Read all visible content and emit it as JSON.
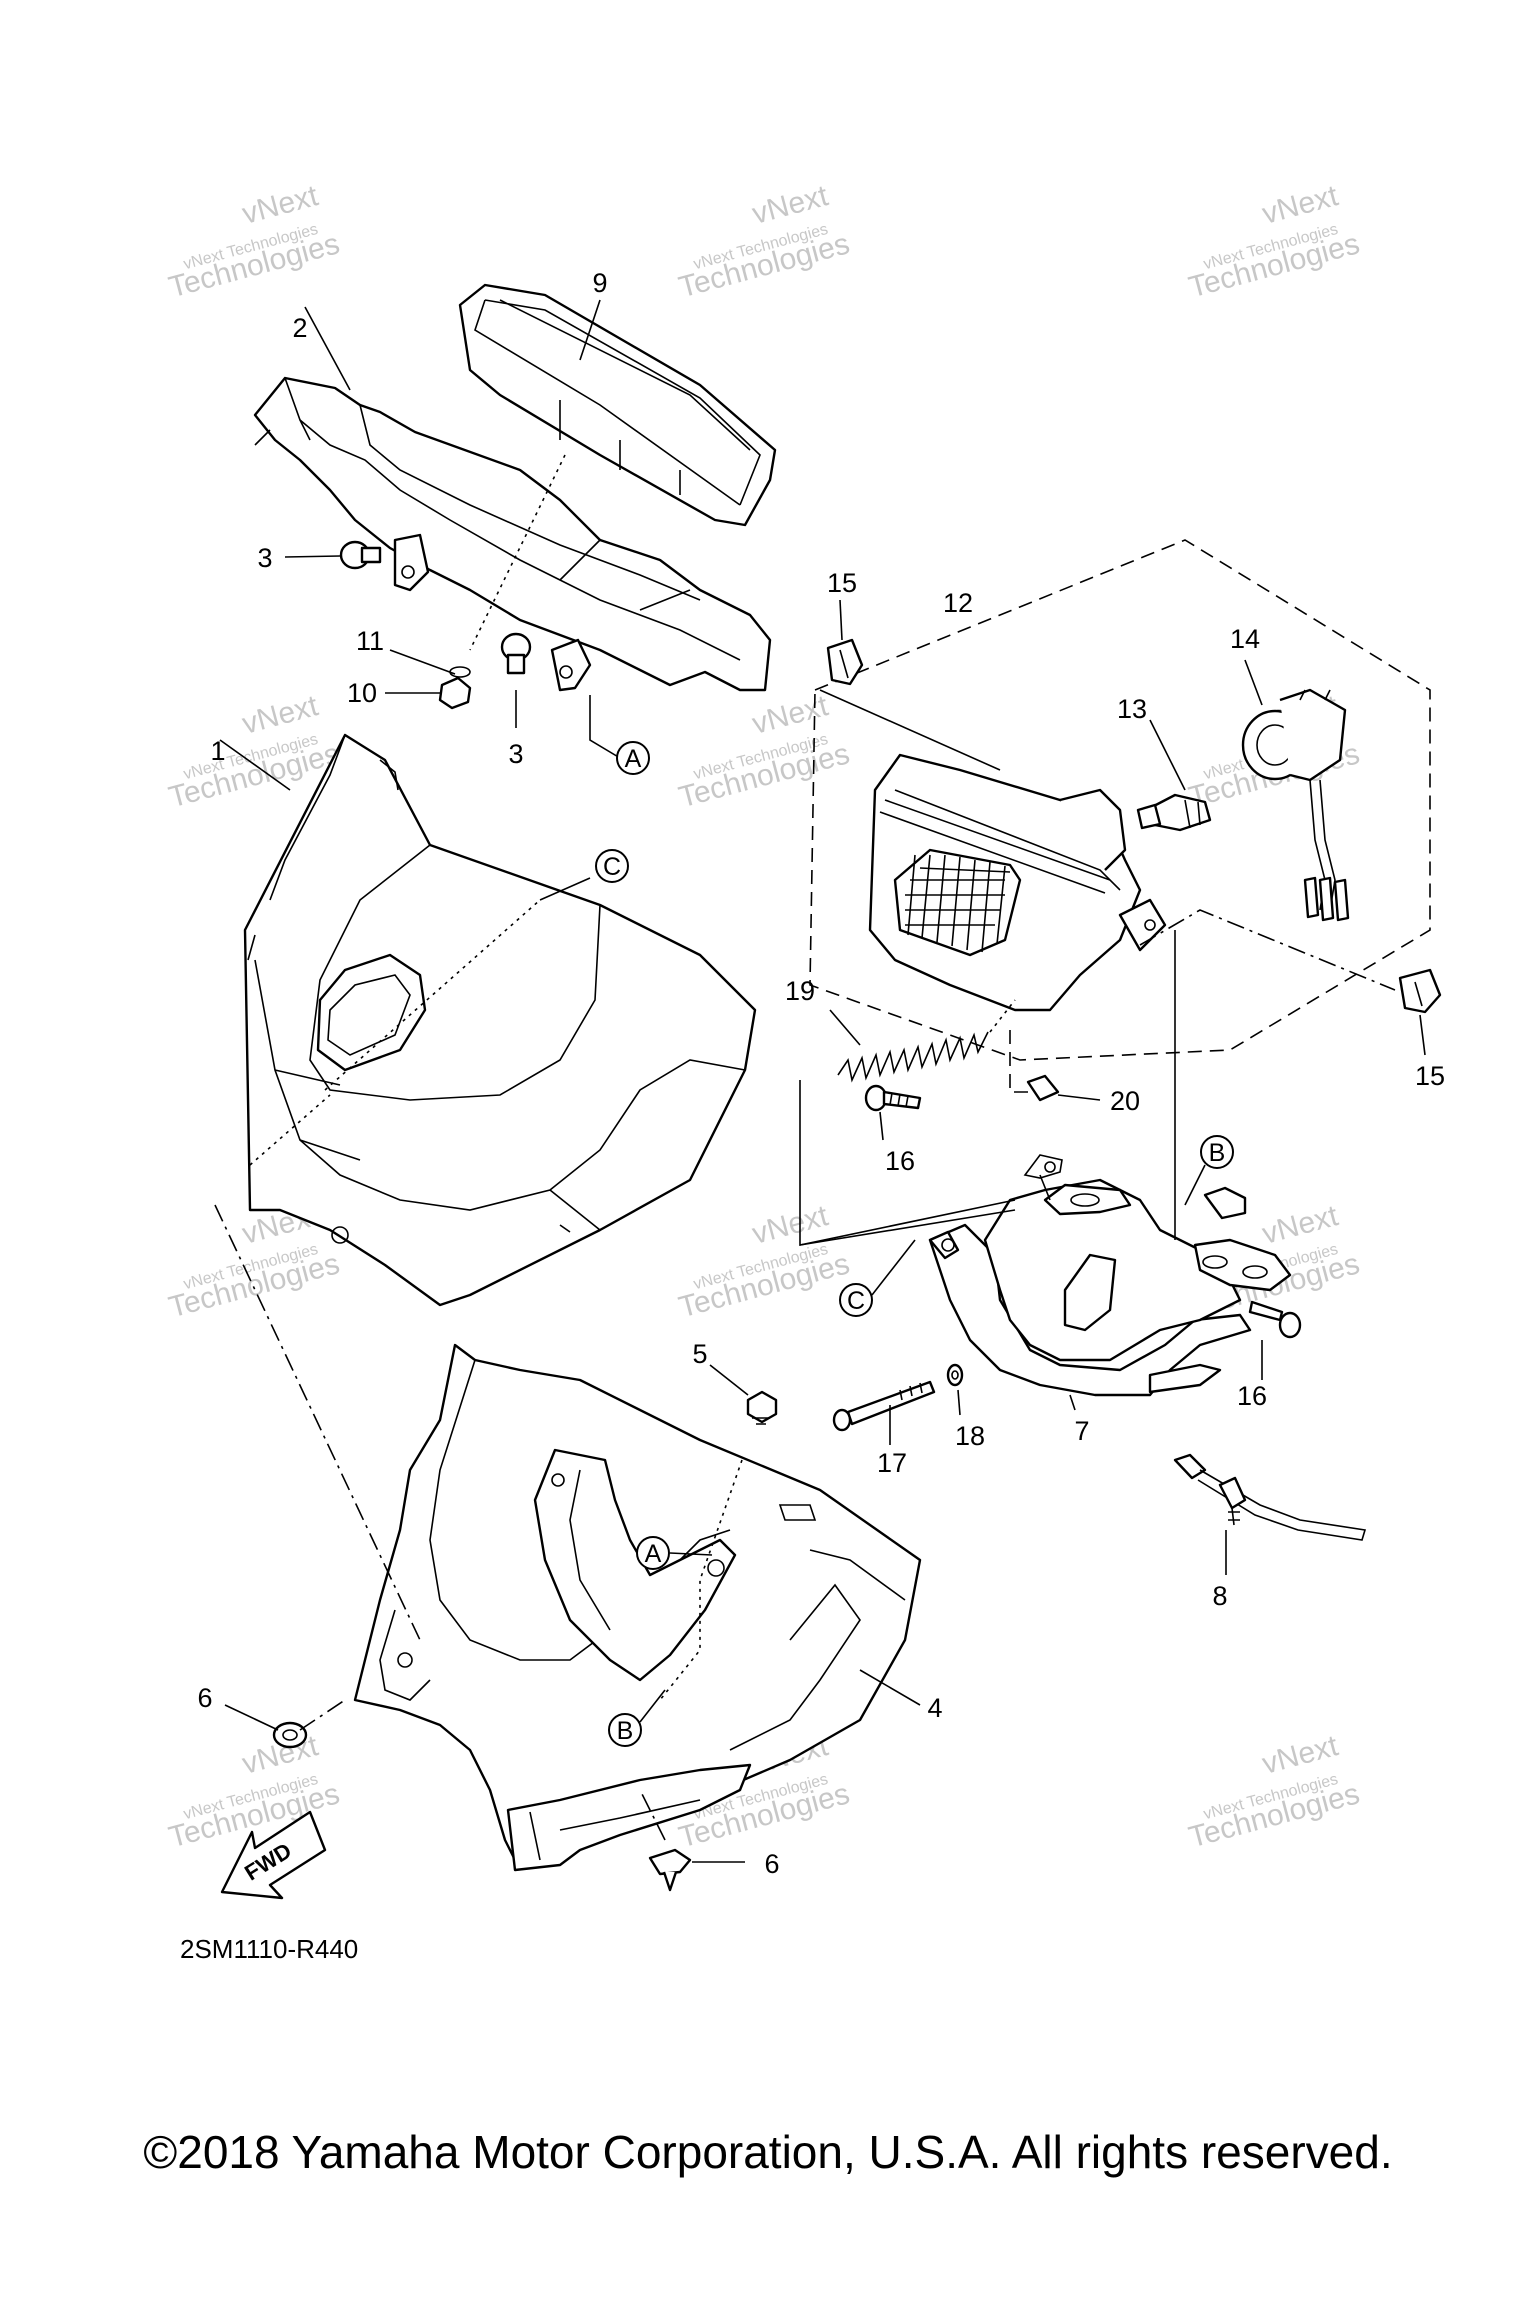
{
  "diagram": {
    "callouts": [
      {
        "id": "c1",
        "label": "1"
      },
      {
        "id": "c2",
        "label": "2"
      },
      {
        "id": "c3a",
        "label": "3"
      },
      {
        "id": "c3b",
        "label": "3"
      },
      {
        "id": "c4",
        "label": "4"
      },
      {
        "id": "c5",
        "label": "5"
      },
      {
        "id": "c6a",
        "label": "6"
      },
      {
        "id": "c6b",
        "label": "6"
      },
      {
        "id": "c7",
        "label": "7"
      },
      {
        "id": "c8",
        "label": "8"
      },
      {
        "id": "c9",
        "label": "9"
      },
      {
        "id": "c10",
        "label": "10"
      },
      {
        "id": "c11",
        "label": "11"
      },
      {
        "id": "c12",
        "label": "12"
      },
      {
        "id": "c13",
        "label": "13"
      },
      {
        "id": "c14",
        "label": "14"
      },
      {
        "id": "c15a",
        "label": "15"
      },
      {
        "id": "c15b",
        "label": "15"
      },
      {
        "id": "c16a",
        "label": "16"
      },
      {
        "id": "c16b",
        "label": "16"
      },
      {
        "id": "c17",
        "label": "17"
      },
      {
        "id": "c18",
        "label": "18"
      },
      {
        "id": "c19",
        "label": "19"
      },
      {
        "id": "c20",
        "label": "20"
      }
    ],
    "references": [
      {
        "id": "refA1",
        "label": "A"
      },
      {
        "id": "refA2",
        "label": "A"
      },
      {
        "id": "refB1",
        "label": "B"
      },
      {
        "id": "refB2",
        "label": "B"
      },
      {
        "id": "refC1",
        "label": "C"
      },
      {
        "id": "refC2",
        "label": "C"
      }
    ],
    "fwd_label": "FWD",
    "diagram_code": "2SM1110-R440"
  },
  "watermark": {
    "line1": "vNext Technologies",
    "line2": "Technologies",
    "line3": "vNext"
  },
  "copyright": "©2018 Yamaha Motor Corporation, U.S.A. All rights reserved.",
  "colors": {
    "ink": "#000000",
    "watermark": "#9a9a9a",
    "background": "#ffffff"
  }
}
